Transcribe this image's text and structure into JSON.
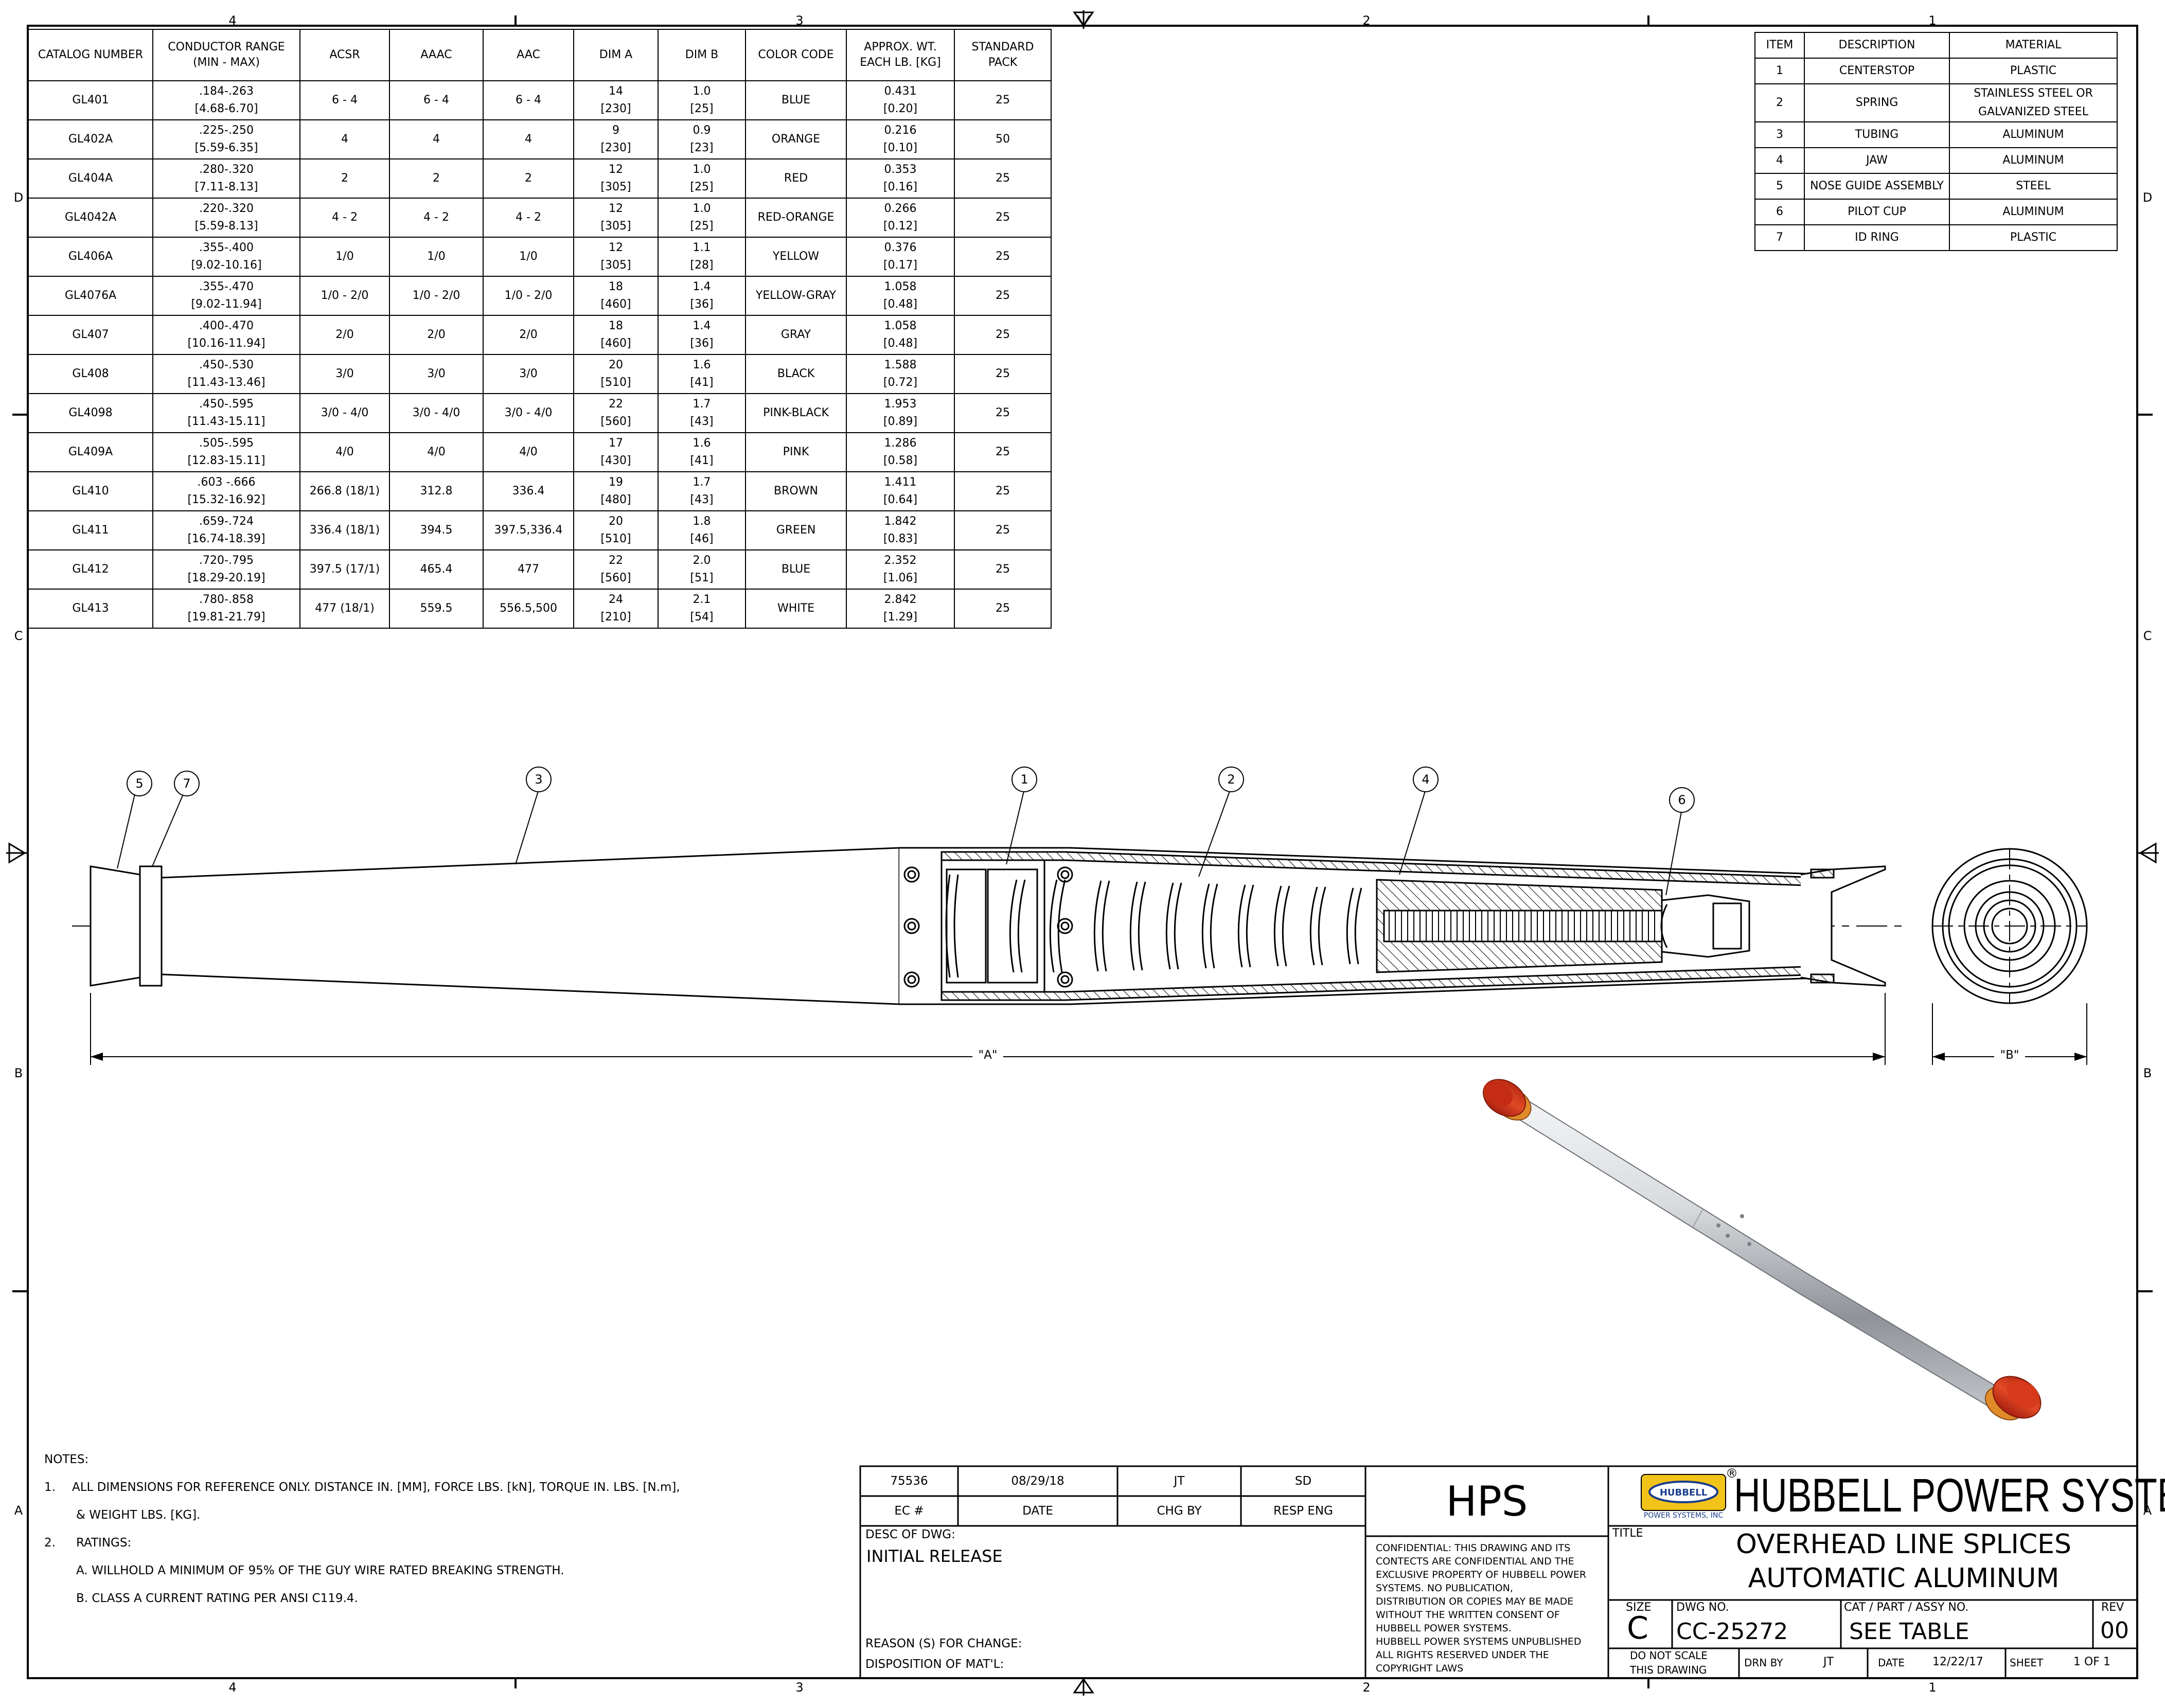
{
  "zones": {
    "top": [
      "4",
      "3",
      "2",
      "1"
    ],
    "side": [
      "D",
      "C",
      "B",
      "A"
    ]
  },
  "catalog_table": {
    "headers": [
      "CATALOG NUMBER",
      "CONDUCTOR RANGE\n(MIN - MAX)",
      "ACSR",
      "AAAC",
      "AAC",
      "DIM A",
      "DIM B",
      "COLOR CODE",
      "APPROX. WT.\nEACH LB. [KG]",
      "STANDARD\nPACK"
    ],
    "rows": [
      [
        "GL401",
        ".184-.263\n[4.68-6.70]",
        "6 - 4",
        "6 - 4",
        "6 - 4",
        "14\n[230]",
        "1.0\n[25]",
        "BLUE",
        "0.431\n[0.20]",
        "25"
      ],
      [
        "GL402A",
        ".225-.250\n[5.59-6.35]",
        "4",
        "4",
        "4",
        "9\n[230]",
        "0.9\n[23]",
        "ORANGE",
        "0.216\n[0.10]",
        "50"
      ],
      [
        "GL404A",
        ".280-.320\n[7.11-8.13]",
        "2",
        "2",
        "2",
        "12\n[305]",
        "1.0\n[25]",
        "RED",
        "0.353\n[0.16]",
        "25"
      ],
      [
        "GL4042A",
        ".220-.320\n[5.59-8.13]",
        "4 - 2",
        "4 - 2",
        "4 - 2",
        "12\n[305]",
        "1.0\n[25]",
        "RED-ORANGE",
        "0.266\n[0.12]",
        "25"
      ],
      [
        "GL406A",
        ".355-.400\n[9.02-10.16]",
        "1/0",
        "1/0",
        "1/0",
        "12\n[305]",
        "1.1\n[28]",
        "YELLOW",
        "0.376\n[0.17]",
        "25"
      ],
      [
        "GL4076A",
        ".355-.470\n[9.02-11.94]",
        "1/0 - 2/0",
        "1/0 - 2/0",
        "1/0 - 2/0",
        "18\n[460]",
        "1.4\n[36]",
        "YELLOW-GRAY",
        "1.058\n[0.48]",
        "25"
      ],
      [
        "GL407",
        ".400-.470\n[10.16-11.94]",
        "2/0",
        "2/0",
        "2/0",
        "18\n[460]",
        "1.4\n[36]",
        "GRAY",
        "1.058\n[0.48]",
        "25"
      ],
      [
        "GL408",
        ".450-.530\n[11.43-13.46]",
        "3/0",
        "3/0",
        "3/0",
        "20\n[510]",
        "1.6\n[41]",
        "BLACK",
        "1.588\n[0.72]",
        "25"
      ],
      [
        "GL4098",
        ".450-.595\n[11.43-15.11]",
        "3/0 - 4/0",
        "3/0 - 4/0",
        "3/0 - 4/0",
        "22\n[560]",
        "1.7\n[43]",
        "PINK-BLACK",
        "1.953\n[0.89]",
        "25"
      ],
      [
        "GL409A",
        ".505-.595\n[12.83-15.11]",
        "4/0",
        "4/0",
        "4/0",
        "17\n[430]",
        "1.6\n[41]",
        "PINK",
        "1.286\n[0.58]",
        "25"
      ],
      [
        "GL410",
        ".603 -.666\n[15.32-16.92]",
        "266.8 (18/1)",
        "312.8",
        "336.4",
        "19\n[480]",
        "1.7\n[43]",
        "BROWN",
        "1.411\n[0.64]",
        "25"
      ],
      [
        "GL411",
        ".659-.724\n[16.74-18.39]",
        "336.4 (18/1)",
        "394.5",
        "397.5,336.4",
        "20\n[510]",
        "1.8\n[46]",
        "GREEN",
        "1.842\n[0.83]",
        "25"
      ],
      [
        "GL412",
        ".720-.795\n[18.29-20.19]",
        "397.5 (17/1)",
        "465.4",
        "477",
        "22\n[560]",
        "2.0\n[51]",
        "BLUE",
        "2.352\n[1.06]",
        "25"
      ],
      [
        "GL413",
        ".780-.858\n[19.81-21.79]",
        "477 (18/1)",
        "559.5",
        "556.5,500",
        "24\n[210]",
        "2.1\n[54]",
        "WHITE",
        "2.842\n[1.29]",
        "25"
      ]
    ]
  },
  "items_table": {
    "headers": [
      "ITEM",
      "DESCRIPTION",
      "MATERIAL"
    ],
    "rows": [
      [
        "1",
        "CENTERSTOP",
        "PLASTIC"
      ],
      [
        "2",
        "SPRING",
        "STAINLESS STEEL OR\nGALVANIZED STEEL"
      ],
      [
        "3",
        "TUBING",
        "ALUMINUM"
      ],
      [
        "4",
        "JAW",
        "ALUMINUM"
      ],
      [
        "5",
        "NOSE GUIDE ASSEMBLY",
        "STEEL"
      ],
      [
        "6",
        "PILOT CUP",
        "ALUMINUM"
      ],
      [
        "7",
        "ID RING",
        "PLASTIC"
      ]
    ]
  },
  "balloons": [
    "5",
    "7",
    "3",
    "1",
    "2",
    "4",
    "6"
  ],
  "dimensions": {
    "a": "\"A\"",
    "b": "\"B\""
  },
  "notes": {
    "heading": "NOTES:",
    "n1_num": "1.",
    "n1": "ALL DIMENSIONS FOR REFERENCE ONLY.  DISTANCE IN. [MM], FORCE LBS. [kN], TORQUE IN. LBS. [N.m],",
    "n1b": "& WEIGHT LBS. [KG].",
    "n2_num": "2.",
    "n2": "RATINGS:",
    "n2a": "A.  WILLHOLD A MINIMUM OF 95% OF THE GUY WIRE RATED BREAKING STRENGTH.",
    "n2b": "B. CLASS A CURRENT RATING PER ANSI C119.4."
  },
  "revision_block": {
    "ec_value": "75536",
    "date_value": "08/29/18",
    "chg_value": "JT",
    "resp_value": "SD",
    "ec_label": "EC #",
    "date_label": "DATE",
    "chg_label": "CHG BY",
    "resp_label": "RESP ENG",
    "desc_label": "DESC OF DWG:",
    "desc_value": "INITIAL RELEASE",
    "reason_label": "REASON (S) FOR CHANGE:",
    "disp_label": "DISPOSITION OF MAT'L:"
  },
  "confidential": {
    "logo": "HPS",
    "text": "CONFIDENTIAL: THIS DRAWING AND ITS\nCONTECTS ARE CONFIDENTIAL AND THE\nEXCLUSIVE PROPERTY OF HUBBELL POWER\nSYSTEMS. NO PUBLICATION,\nDISTRIBUTION OR COPIES MAY BE MADE\nWITHOUT THE WRITTEN CONSENT OF\nHUBBELL POWER SYSTEMS.\nHUBBELL POWER SYSTEMS UNPUBLISHED\nALL RIGHTS RESERVED UNDER THE\nCOPYRIGHT LAWS"
  },
  "title_block": {
    "company": "HUBBELL POWER SYSTEMS",
    "logo_text": "HUBBELL",
    "logo_sub": "POWER SYSTEMS, INC",
    "registered": "®",
    "title_label": "TITLE",
    "title1": "OVERHEAD LINE SPLICES",
    "title2": "AUTOMATIC ALUMINUM",
    "size_label": "SIZE",
    "size": "C",
    "dwg_label": "DWG NO.",
    "dwg": "CC-25272",
    "cat_label": "CAT / PART / ASSY NO.",
    "cat": "SEE TABLE",
    "rev_label": "REV",
    "rev": "00",
    "noscale": "DO NOT SCALE\nTHIS DRAWING",
    "drn_label": "DRN BY",
    "drn": "JT",
    "date_label": "DATE",
    "date": "12/22/17",
    "sheet_label": "SHEET",
    "sheet": "1 OF 1"
  },
  "colors": {
    "end_cap": "#d63a1a",
    "end_ring": "#e08a2a",
    "tube": "#c9ccd0"
  }
}
